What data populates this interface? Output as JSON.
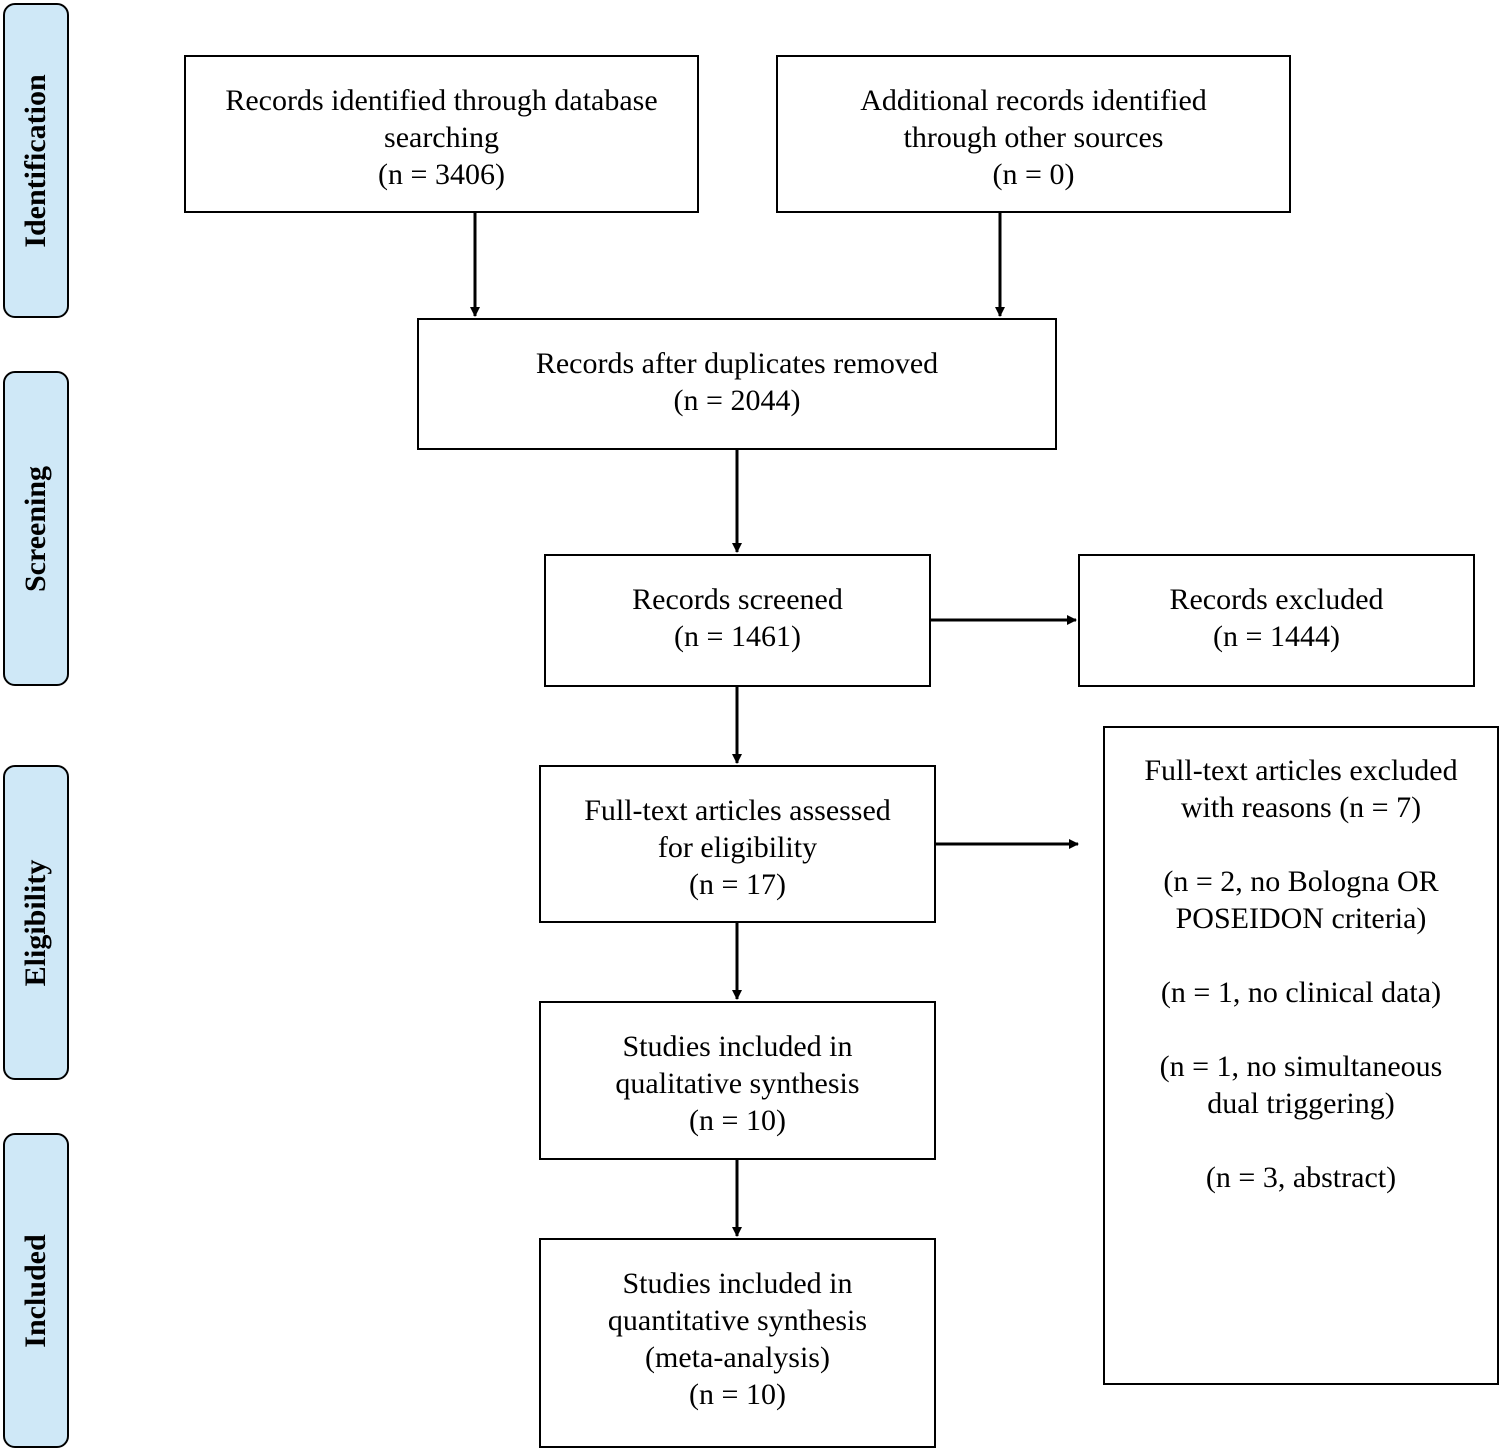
{
  "stages": {
    "identification": "Identification",
    "screening": "Screening",
    "eligibility": "Eligibility",
    "included": "Included"
  },
  "boxes": {
    "database_search": {
      "lines": [
        "Records identified through database",
        "searching",
        "(n = 3406)"
      ]
    },
    "other_sources": {
      "lines": [
        "Additional records identified",
        "through other sources",
        "(n = 0)"
      ]
    },
    "after_duplicates": {
      "lines": [
        "Records after duplicates removed",
        "(n = 2044)"
      ]
    },
    "screened": {
      "lines": [
        "Records screened",
        "(n = 1461)"
      ]
    },
    "excluded": {
      "lines": [
        "Records excluded",
        "(n = 1444)"
      ]
    },
    "full_text_assessed": {
      "lines": [
        "Full-text articles assessed",
        "for eligibility",
        "(n = 17)"
      ]
    },
    "full_text_excluded": {
      "lines": [
        "Full-text articles excluded",
        "with reasons (n = 7)",
        "",
        "(n = 2, no Bologna OR",
        "POSEIDON criteria)",
        "",
        "(n = 1, no clinical data)",
        "",
        "(n = 1, no simultaneous",
        "dual triggering)",
        "",
        "(n = 3, abstract)"
      ]
    },
    "qualitative": {
      "lines": [
        "Studies included in",
        "qualitative synthesis",
        "(n = 10)"
      ]
    },
    "quantitative": {
      "lines": [
        "Studies included in",
        "quantitative synthesis",
        "(meta-analysis)",
        "(n = 10)"
      ]
    }
  }
}
